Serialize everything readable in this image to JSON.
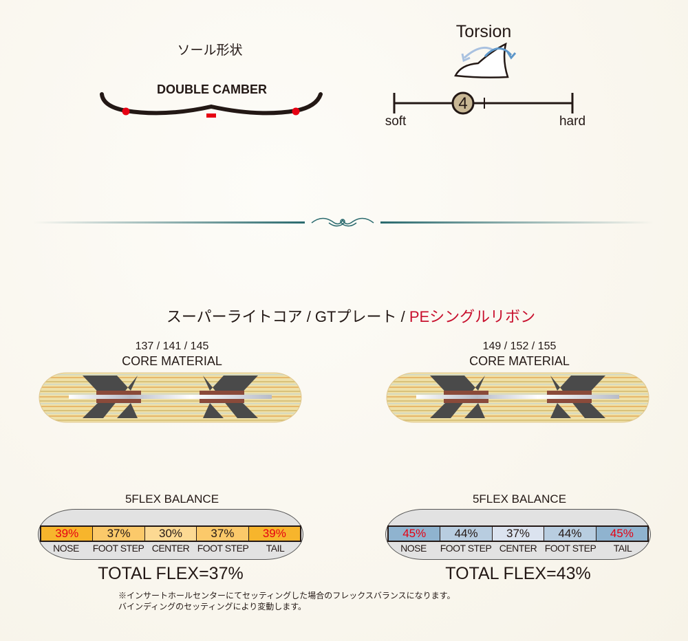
{
  "sole": {
    "title": "ソール形状",
    "profile": "DOUBLE CAMBER"
  },
  "torsion": {
    "title": "Torsion",
    "value": "4",
    "soft": "soft",
    "hard": "hard",
    "level": 4
  },
  "materials": {
    "heading_main": "スーパーライトコア / GTプレート / ",
    "heading_accent": "PEシングルリボン",
    "accent_color": "#c8102e"
  },
  "boards": [
    {
      "sizes": "137 / 141 / 145",
      "label": "CORE MATERIAL",
      "flex_title": "5FLEX BALANCE",
      "flex": [
        {
          "value": "39%",
          "label": "NOSE",
          "bg": "#f7b52c",
          "red": true
        },
        {
          "value": "37%",
          "label": "FOOT STEP",
          "bg": "#fbc96a"
        },
        {
          "value": "30%",
          "label": "CENTER",
          "bg": "#fcd993"
        },
        {
          "value": "37%",
          "label": "FOOT STEP",
          "bg": "#fbc96a"
        },
        {
          "value": "39%",
          "label": "TAIL",
          "bg": "#f7b52c",
          "red": true
        }
      ],
      "total": "TOTAL FLEX=37%"
    },
    {
      "sizes": "149 / 152 / 155",
      "label": "CORE MATERIAL",
      "flex_title": "5FLEX BALANCE",
      "flex": [
        {
          "value": "45%",
          "label": "NOSE",
          "bg": "#8fb3cf",
          "red": true
        },
        {
          "value": "44%",
          "label": "FOOT STEP",
          "bg": "#b8cde0"
        },
        {
          "value": "37%",
          "label": "CENTER",
          "bg": "#dbe3ef"
        },
        {
          "value": "44%",
          "label": "FOOT STEP",
          "bg": "#b8cde0"
        },
        {
          "value": "45%",
          "label": "TAIL",
          "bg": "#8fb3cf",
          "red": true
        }
      ],
      "total": "TOTAL FLEX=43%"
    }
  ],
  "notes": [
    "※インサートホールセンターにてセッティングした場合のフレックスバランスになります。",
    "バインディングのセッティングにより変動します。"
  ]
}
